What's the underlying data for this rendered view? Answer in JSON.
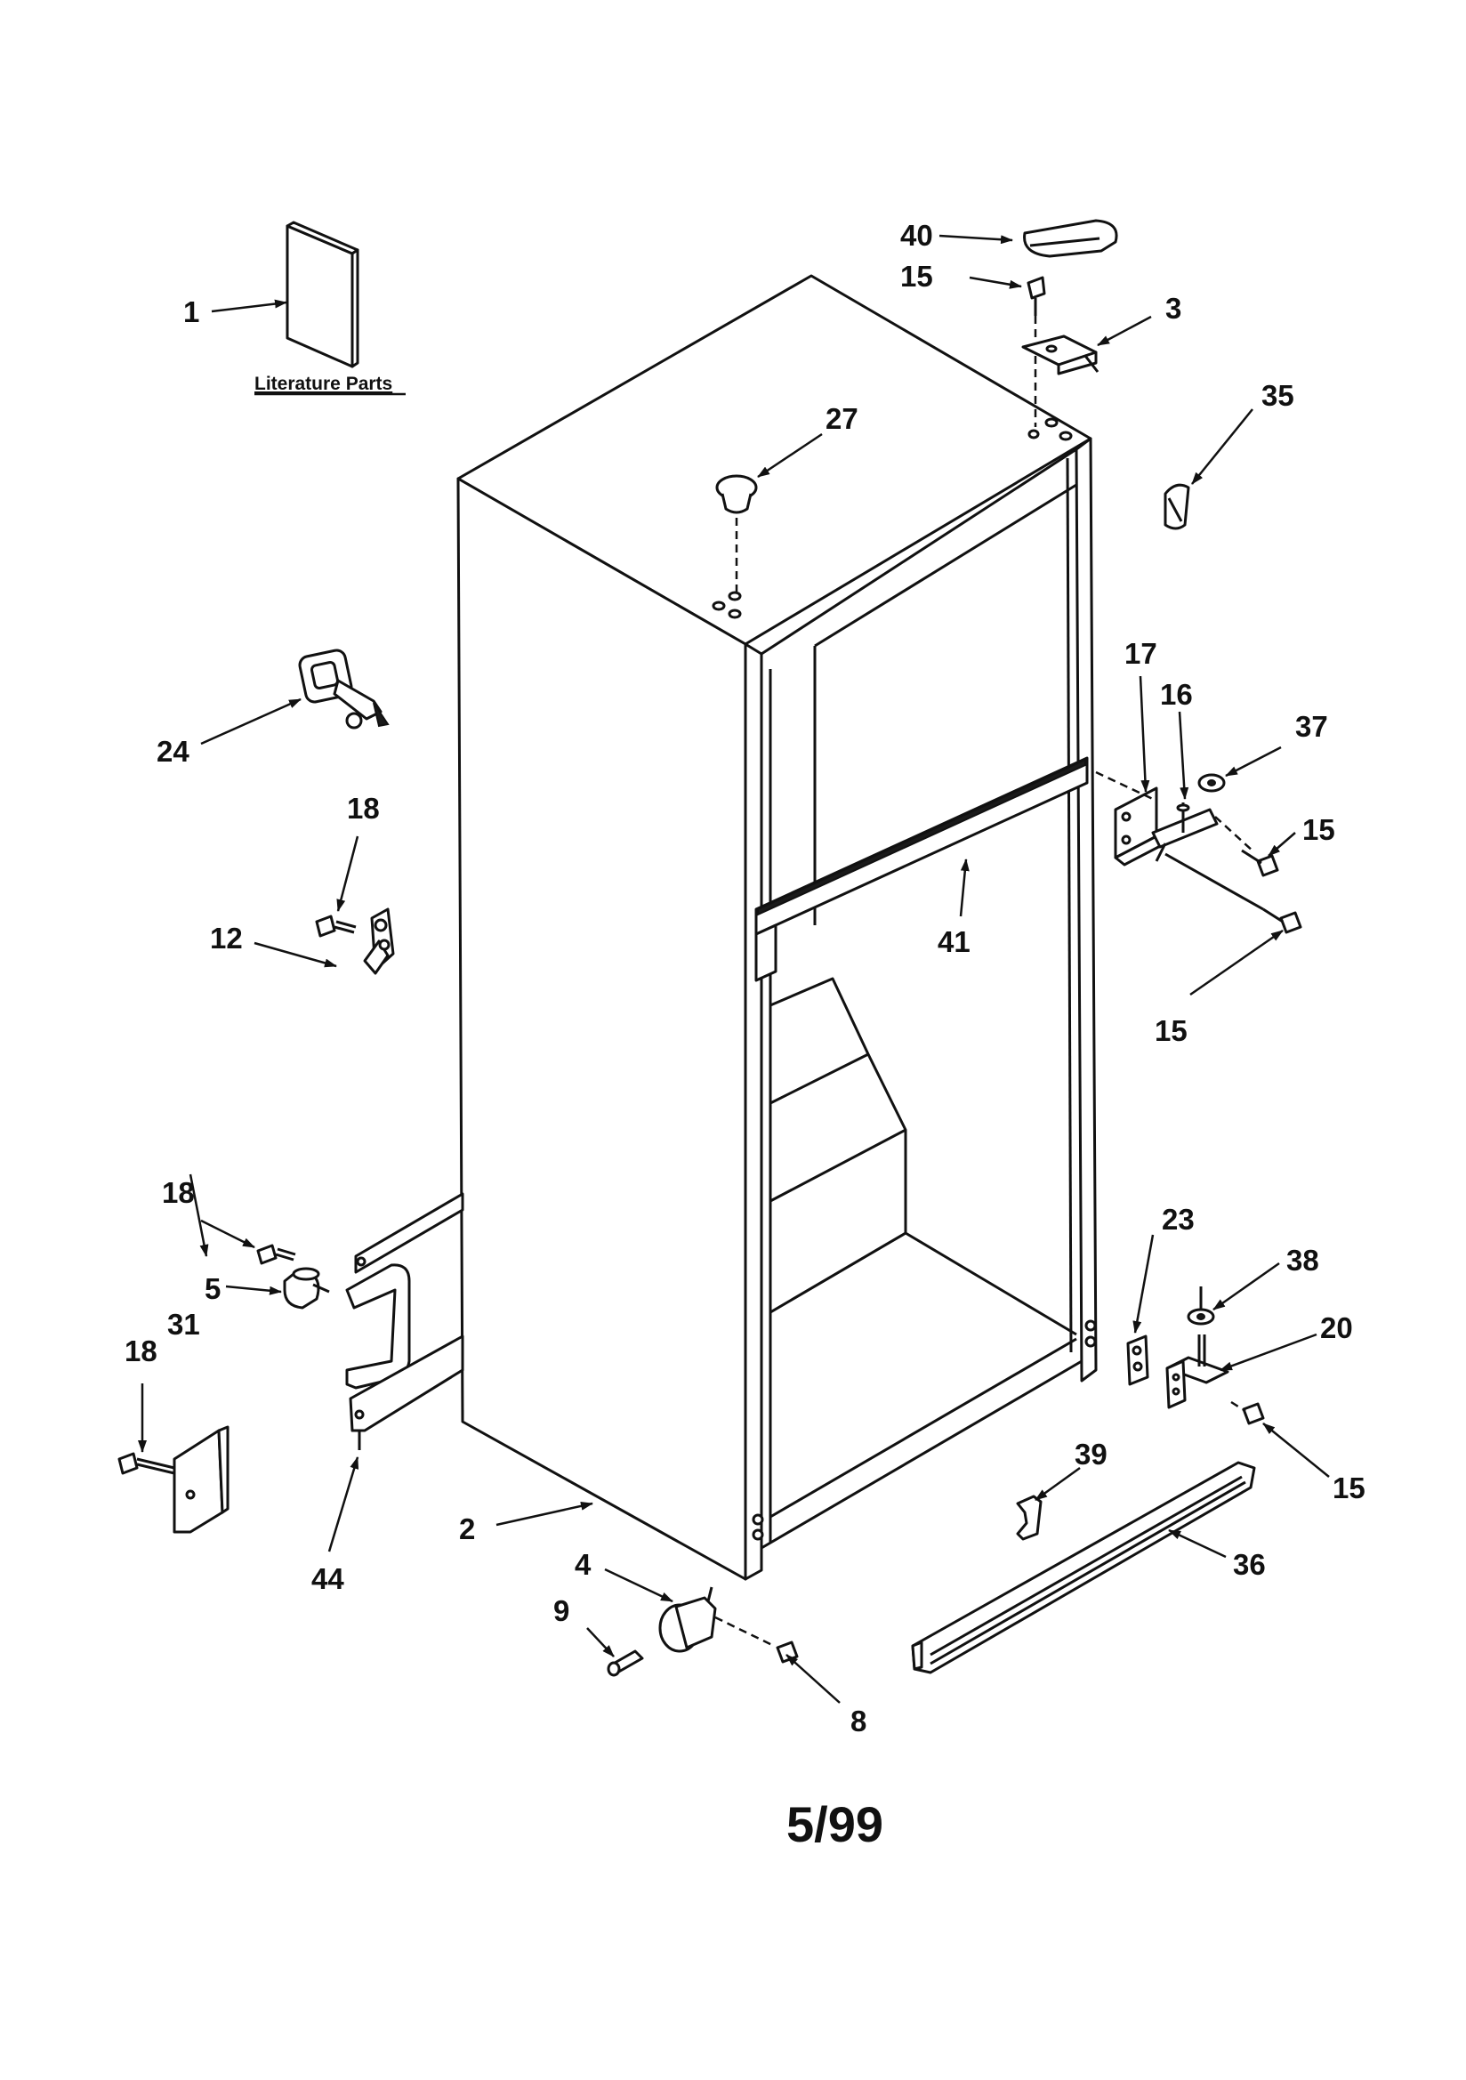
{
  "diagram": {
    "literature_label": "Literature Parts",
    "date_code": "5/99",
    "callouts": {
      "c1": "1",
      "c2": "2",
      "c3": "3",
      "c4": "4",
      "c5": "5",
      "c8": "8",
      "c9": "9",
      "c12": "12",
      "c15a": "15",
      "c15b": "15",
      "c15c": "15",
      "c15d": "15",
      "c16": "16",
      "c17": "17",
      "c18a": "18",
      "c18b": "18",
      "c18c": "18",
      "c20": "20",
      "c23": "23",
      "c24": "24",
      "c27": "27",
      "c31": "31",
      "c35": "35",
      "c36": "36",
      "c37": "37",
      "c38": "38",
      "c39": "39",
      "c40": "40",
      "c41": "41",
      "c44": "44"
    }
  }
}
